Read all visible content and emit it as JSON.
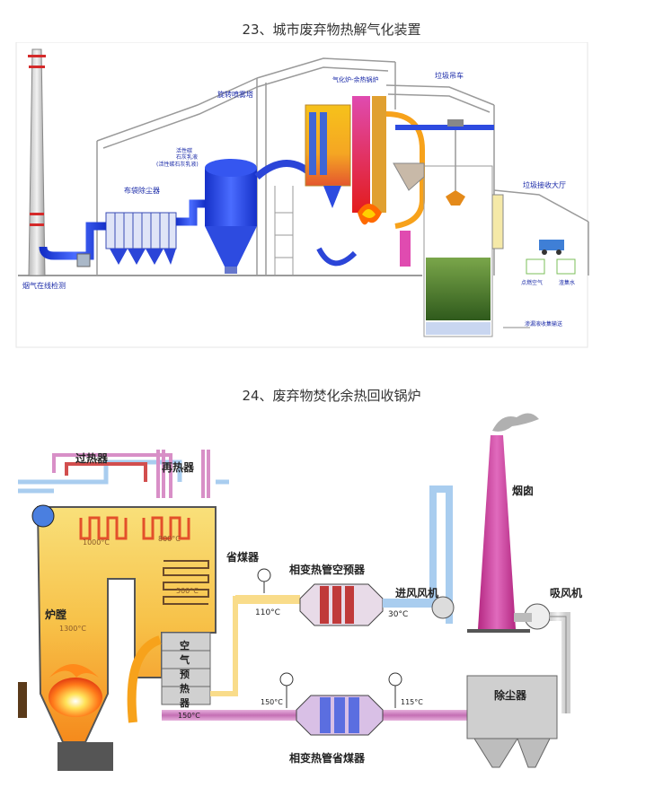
{
  "diagram1": {
    "caption": "23、城市废弃物热解气化装置",
    "labels": {
      "rotary_spray_tower": "旋转喷雾塔",
      "bag_filter": "布袋除尘器",
      "lime_slurry": "(活性碳石灰乳液)",
      "small_label_1": "活性碳",
      "small_label_2": "石灰乳液",
      "gasifier_boiler": "气化炉-余热锅炉",
      "garbage_crane": "垃圾吊车",
      "garbage_hall": "垃圾接收大厅",
      "flue_gas_monitor": "烟气在线检测",
      "primary_air": "点燃空气",
      "ash_collect": "渣集水",
      "leachate": "渗漏液收集输送"
    }
  },
  "diagram2": {
    "caption": "24、废弃物焚化余热回收锅炉",
    "labels": {
      "superheater": "过热器",
      "reheater": "再热器",
      "economizer": "省煤器",
      "phase_air_preheater": "相变热管空预器",
      "inlet_fan": "进风风机",
      "chimney": "烟囱",
      "induced_fan": "吸风机",
      "furnace": "炉膛",
      "air_preheater_1": "空",
      "air_preheater_2": "气",
      "air_preheater_3": "预",
      "air_preheater_4": "热",
      "air_preheater_5": "器",
      "dust_collector": "除尘器",
      "phase_economizer": "相变热管省煤器",
      "temp_1000": "1000°C",
      "temp_800": "800°C",
      "temp_500": "500°C",
      "temp_1300": "1300°C",
      "temp_110": "110°C",
      "temp_30": "30°C",
      "temp_150a": "150°C",
      "temp_150b": "150°C",
      "temp_115": "115°C"
    }
  },
  "colors": {
    "blue_duct": "#1f3fd6",
    "furnace_orange": "#f7a21b",
    "pink_pipe": "#d88fc7",
    "light_blue_pipe": "#a9cdef",
    "chimney_pink": "#c8308f",
    "frame_gray": "#9a9a9a"
  }
}
